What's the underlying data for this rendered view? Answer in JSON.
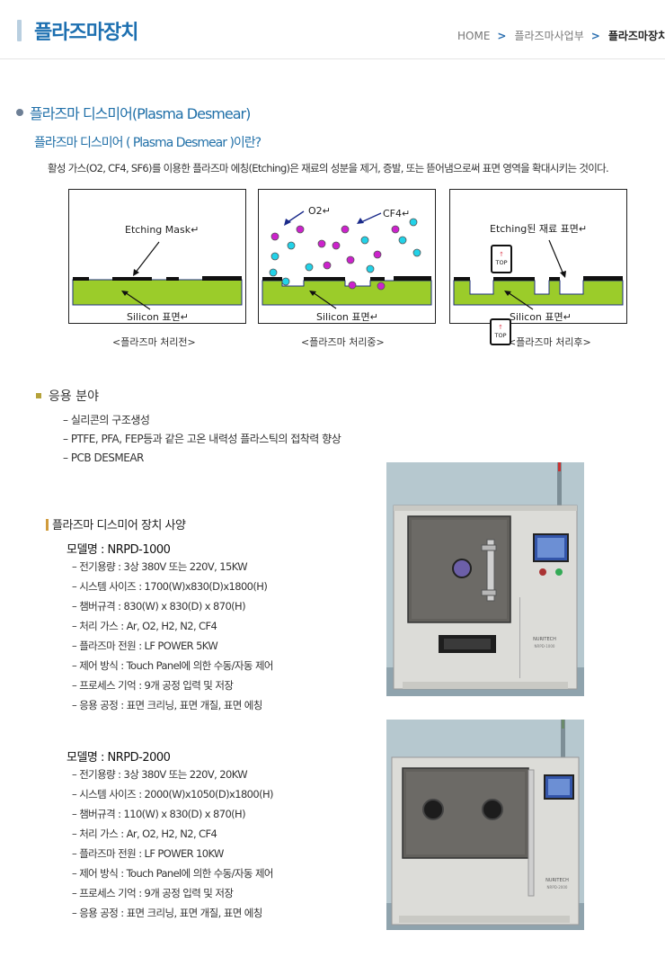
{
  "header": {
    "title": "플라즈마장치",
    "breadcrumb": [
      "HOME",
      "플라즈마사업부",
      "플라즈마장치"
    ],
    "breadcrumb_sep": ">"
  },
  "section": {
    "title": "플라즈마 디스미어(Plasma Desmear)",
    "subtitle": "플라즈마  디스미어 ( Plasma Desmear )이란?",
    "description": "활성 가스(O2, CF4, SF6)를 이용한 플라즈마 에칭(Etching)은 재료의 성분을 제거, 증발, 또는 뜯어냄으로써 표면 영역을 확대시키는 것이다."
  },
  "diagrams": [
    {
      "label_top": "Etching Mask↵",
      "label_bottom": "Silicon  표면↵",
      "caption": "<플라즈마 처리전>"
    },
    {
      "label_o2": "O2↵",
      "label_cf4": "CF4↵",
      "label_bottom": "Silicon  표면↵",
      "caption": "<플라즈마 처리중>"
    },
    {
      "label_top": "Etching된 재료  표면↵",
      "label_bottom": "Silicon  표면↵",
      "caption": "<플라즈마 처리후>",
      "badge": "TOP"
    }
  ],
  "colors": {
    "title_blue": "#1c6fb0",
    "silicon_green": "#9bcc2a",
    "o2_cyan": "#22d2e8",
    "cf4_magenta": "#cc22cc",
    "mask_black": "#111111"
  },
  "applications": {
    "title": "응용 분야",
    "items": [
      "– 실리콘의 구조생성",
      "– PTFE, PFA, FEP등과 같은 고온 내력성 플라스틱의 접착력 향상",
      "– PCB DESMEAR"
    ]
  },
  "specs": {
    "title": "플라즈마 디스미어 장치 사양",
    "models": [
      {
        "name": "모델명 : NRPD-1000",
        "items": [
          "– 전기용량 : 3상 380V 또는 220V,  15KW",
          "– 시스템 사이즈 : 1700(W)x830(D)x1800(H)",
          "– 챔버규격 : 830(W) x 830(D) x 870(H)",
          "– 처리 가스 : Ar, O2, H2, N2, CF4",
          "– 플라즈마 전원 : LF POWER 5KW",
          "– 제어 방식 : Touch Panel에 의한 수동/자동 제어",
          "– 프로세스 기억 : 9개 공정 입력 및 저장",
          "– 응용 공정 : 표면 크리닝, 표면 개질, 표면 에칭"
        ]
      },
      {
        "name": "모델명 : NRPD-2000",
        "items": [
          "– 전기용량 : 3상 380V 또는 220V,  20KW",
          "– 시스템 사이즈 : 2000(W)x1050(D)x1800(H)",
          "– 챔버규격 : 110(W) x 830(D) x 870(H)",
          "– 처리 가스 : Ar, O2, H2, N2, CF4",
          "– 플라즈마 전원 : LF POWER 10KW",
          "– 제어 방식 : Touch Panel에 의한 수동/자동 제어",
          "– 프로세스 기억 : 9개 공정 입력 및 저장",
          "– 응용 공정 : 표면 크리닝, 표면 개질, 표면 에칭"
        ]
      }
    ]
  },
  "machines": [
    {
      "brand": "NURITECH",
      "model_plate": "NRPD-1000"
    },
    {
      "brand": "NURITECH",
      "model_plate": "NRPD-2000"
    }
  ]
}
